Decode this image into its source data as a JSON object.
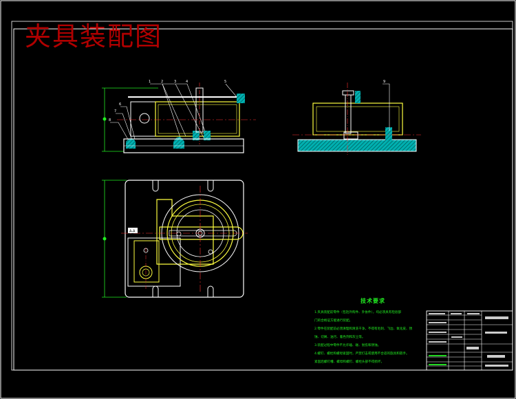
{
  "drawing": {
    "title": "夹具装配图"
  },
  "technical_requirements": {
    "heading": "技术要求",
    "lines": [
      "1.夹具装配前零件（包括外购件、外协件），均必须具有检验部",
      "门的合格证方能进行装配。",
      "2.零件在装配前必须清理和清洗干净，不得有毛刺、飞边、氧化皮、锈",
      "蚀、切屑、油污、着色剂和灰尘等。",
      "3.装配过程中零件不允许磕、碰、划伤和锈蚀。",
      "4.螺钉、螺栓和螺母紧固时，严禁打击或使用不合适的旋具和扳手。",
      "紧固后螺钉槽、螺母和螺钉、螺栓头部不得损坏。"
    ]
  },
  "colors": {
    "background": "#000000",
    "frame": "#ffffff",
    "title": "#b00000",
    "outline": "#ffffff",
    "part": "#ffff40",
    "hatch": "#00c8c8",
    "centerline": "#ff3030",
    "dimension": "#22ee22",
    "notes": "#22ee22"
  }
}
